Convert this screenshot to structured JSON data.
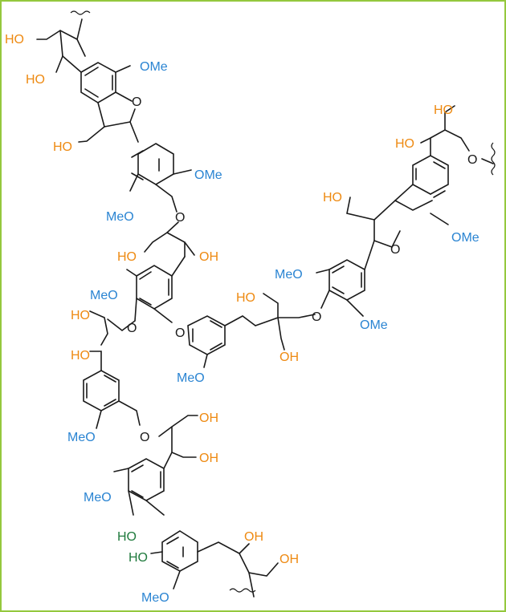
{
  "colors": {
    "border": "#94c83d",
    "bond": "#1a1a1a",
    "hydroxyl": "#ee8a12",
    "methoxy": "#2a84d2",
    "phenol": "#1f7a3d",
    "ether": "#1a1a1a"
  },
  "labels": {
    "ho": "HO",
    "oh": "OH",
    "ome": "OMe",
    "meo": "MeO",
    "o": "O"
  }
}
